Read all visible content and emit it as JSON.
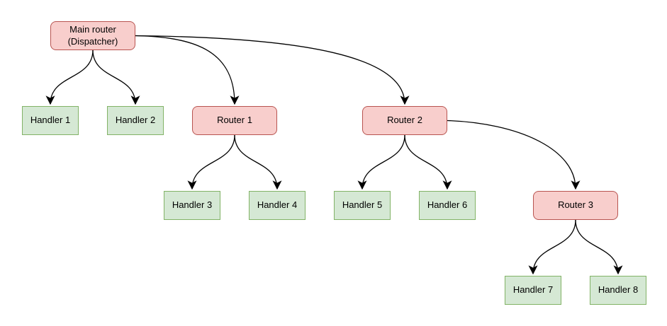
{
  "diagram": {
    "type": "tree",
    "colors": {
      "router_fill": "#f8cecc",
      "router_stroke": "#b85450",
      "handler_fill": "#d5e8d4",
      "handler_stroke": "#82b366",
      "edge_stroke": "#000000",
      "background": "#ffffff"
    },
    "nodes": {
      "main": {
        "label": "Main router (Dispatcher)",
        "kind": "router"
      },
      "handler1": {
        "label": "Handler 1",
        "kind": "handler"
      },
      "handler2": {
        "label": "Handler 2",
        "kind": "handler"
      },
      "router1": {
        "label": "Router 1",
        "kind": "router"
      },
      "router2": {
        "label": "Router 2",
        "kind": "router"
      },
      "handler3": {
        "label": "Handler 3",
        "kind": "handler"
      },
      "handler4": {
        "label": "Handler 4",
        "kind": "handler"
      },
      "handler5": {
        "label": "Handler 5",
        "kind": "handler"
      },
      "handler6": {
        "label": "Handler 6",
        "kind": "handler"
      },
      "router3": {
        "label": "Router 3",
        "kind": "router"
      },
      "handler7": {
        "label": "Handler 7",
        "kind": "handler"
      },
      "handler8": {
        "label": "Handler 8",
        "kind": "handler"
      }
    },
    "edges": [
      {
        "from": "main",
        "to": "handler1"
      },
      {
        "from": "main",
        "to": "handler2"
      },
      {
        "from": "main",
        "to": "router1"
      },
      {
        "from": "main",
        "to": "router2"
      },
      {
        "from": "router1",
        "to": "handler3"
      },
      {
        "from": "router1",
        "to": "handler4"
      },
      {
        "from": "router2",
        "to": "handler5"
      },
      {
        "from": "router2",
        "to": "handler6"
      },
      {
        "from": "router2",
        "to": "router3"
      },
      {
        "from": "router3",
        "to": "handler7"
      },
      {
        "from": "router3",
        "to": "handler8"
      }
    ]
  }
}
